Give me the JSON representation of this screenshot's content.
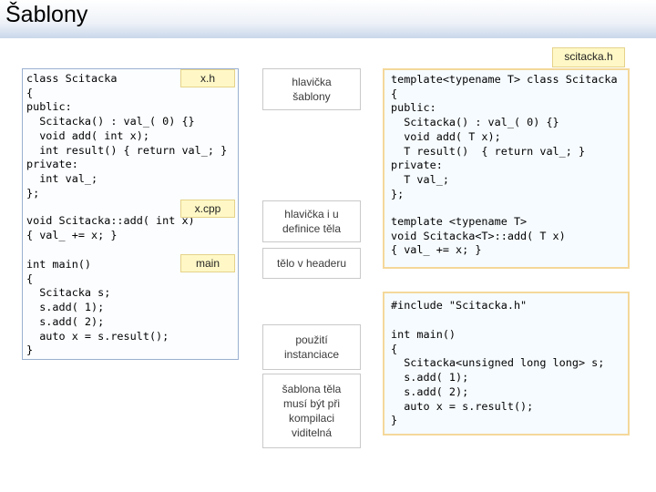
{
  "title": "Šablony",
  "file_labels": {
    "right_top": "scitacka.h",
    "header": "x.h",
    "cpp": "x.cpp",
    "main": "main"
  },
  "notes": {
    "sablony_header": [
      "hlavička",
      "šablony"
    ],
    "body_definition": [
      "hlavička i u",
      "definice těla"
    ],
    "body_in_header": "tělo v headeru",
    "use_instantiation": [
      "použití",
      "instanciace"
    ],
    "body_visible": [
      "šablona těla",
      "musí být při",
      "kompilaci",
      "viditelná"
    ]
  },
  "left_code": {
    "header_lines": [
      "class Scitacka",
      "{",
      "public:",
      "  Scitacka() : val_( 0) {}",
      "  void add( int x);",
      "  int result() { return val_; }",
      "private:",
      "  int val_;",
      "};"
    ],
    "cpp_lines": [
      "void Scitacka::add( int x)",
      "{ val_ += x; }"
    ],
    "main_lines": [
      "int main()",
      "{",
      "  Scitacka s;",
      "  s.add( 1);",
      "  s.add( 2);",
      "  auto x = s.result();",
      "}"
    ]
  },
  "right_code": {
    "template_lines": [
      "template<typename T> class Scitacka",
      "{",
      "public:",
      "  Scitacka() : val_( 0) {}",
      "  void add( T x);",
      "  T result()  { return val_; }",
      "private:",
      "  T val_;",
      "};"
    ],
    "definition_lines": [
      "template <typename T>",
      "void Scitacka<T>::add( T x)",
      "{ val_ += x; }"
    ],
    "include_line": "#include \"Scitacka.h\"",
    "main_lines": [
      "int main()",
      "{",
      "  Scitacka<unsigned long long> s;",
      "  s.add( 1);",
      "  s.add( 2);",
      "  auto x = s.result();",
      "}"
    ]
  }
}
